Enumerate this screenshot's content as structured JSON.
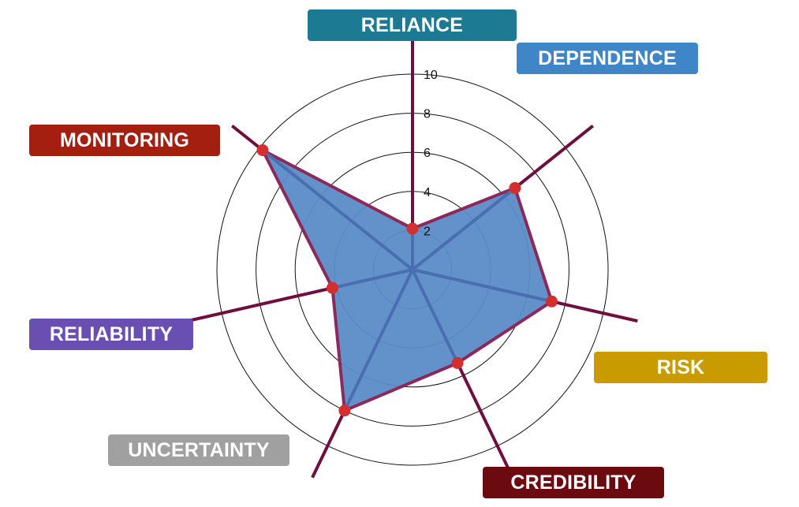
{
  "chart_data": {
    "type": "radar",
    "title": "",
    "rlim": [
      0,
      10
    ],
    "ticks": [
      "2",
      "4",
      "6",
      "8",
      "10"
    ],
    "axes": [
      {
        "label": "RELIANCE",
        "value": 2.1,
        "color": "#1C7A92"
      },
      {
        "label": "DEPENDENCE",
        "value": 6.7,
        "color": "#3E86C8"
      },
      {
        "label": "RISK",
        "value": 7.3,
        "color": "#C89B00"
      },
      {
        "label": "CREDIBILITY",
        "value": 5.3,
        "color": "#6B0A0F"
      },
      {
        "label": "UNCERTAINTY",
        "value": 8.0,
        "color": "#A0A0A0"
      },
      {
        "label": "RELIABILITY",
        "value": 4.2,
        "color": "#6A4FB3"
      },
      {
        "label": "MONITORING",
        "value": 9.8,
        "color": "#A51F10"
      }
    ],
    "series": [
      {
        "values": [
          2.1,
          6.7,
          7.3,
          5.3,
          8.0,
          4.2,
          9.8
        ],
        "fill": "#5B8CC8",
        "stroke": "#8B2A5A",
        "marker": "#D32F2F"
      }
    ],
    "spoke_color": "#6E0F3F",
    "grid": true
  }
}
